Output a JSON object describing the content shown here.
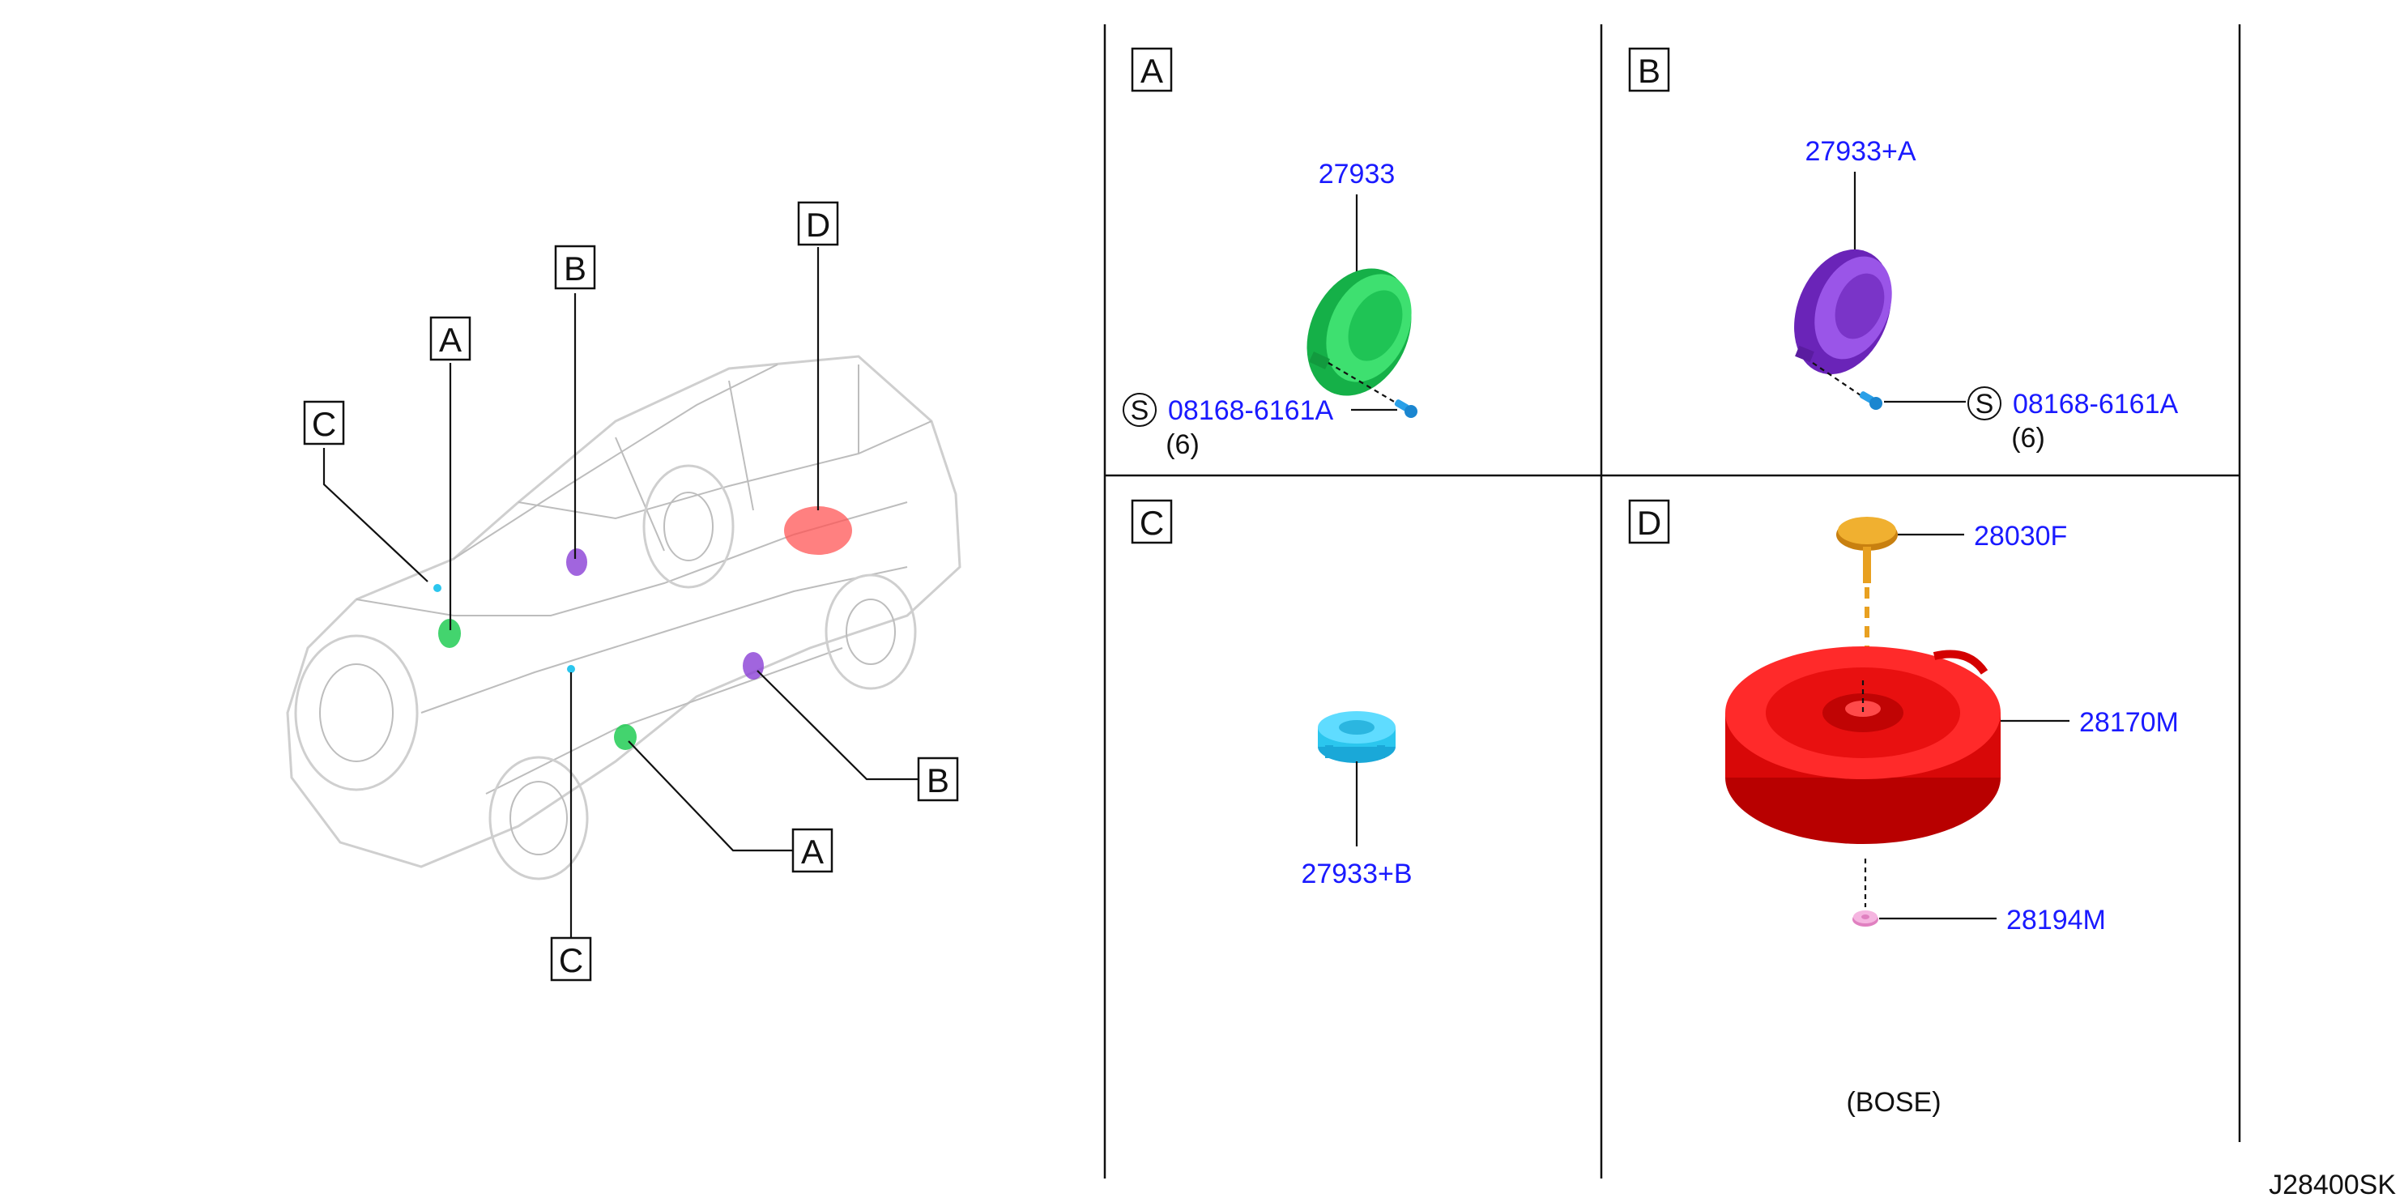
{
  "colors": {
    "label_blue": "#1a1aff",
    "speaker_green": "#22cc55",
    "speaker_purple": "#8a3fd6",
    "tweeter_cyan": "#2bc6ee",
    "subwoofer_red": "#ee1111",
    "bracket_orange": "#e8a020",
    "washer_pink": "#f0a0d8",
    "screw_blue": "#2aa0e8"
  },
  "overview": {
    "callouts": {
      "A_top": "A",
      "B_top": "B",
      "C_top": "C",
      "D_top": "D",
      "A_bottom": "A",
      "B_bottom": "B",
      "C_bottom": "C"
    }
  },
  "panels": {
    "A": {
      "letter": "A",
      "part_speaker": "27933",
      "screw_symbol": "S",
      "part_screw": "08168-6161A",
      "qty": "(6)"
    },
    "B": {
      "letter": "B",
      "part_speaker": "27933+A",
      "screw_symbol": "S",
      "part_screw": "08168-6161A",
      "qty": "(6)"
    },
    "C": {
      "letter": "C",
      "part_tweeter": "27933+B"
    },
    "D": {
      "letter": "D",
      "part_bracket": "28030F",
      "part_subwoofer": "28170M",
      "part_washer": "28194M",
      "note": "(BOSE)"
    }
  },
  "diagram_id": "J28400SK"
}
